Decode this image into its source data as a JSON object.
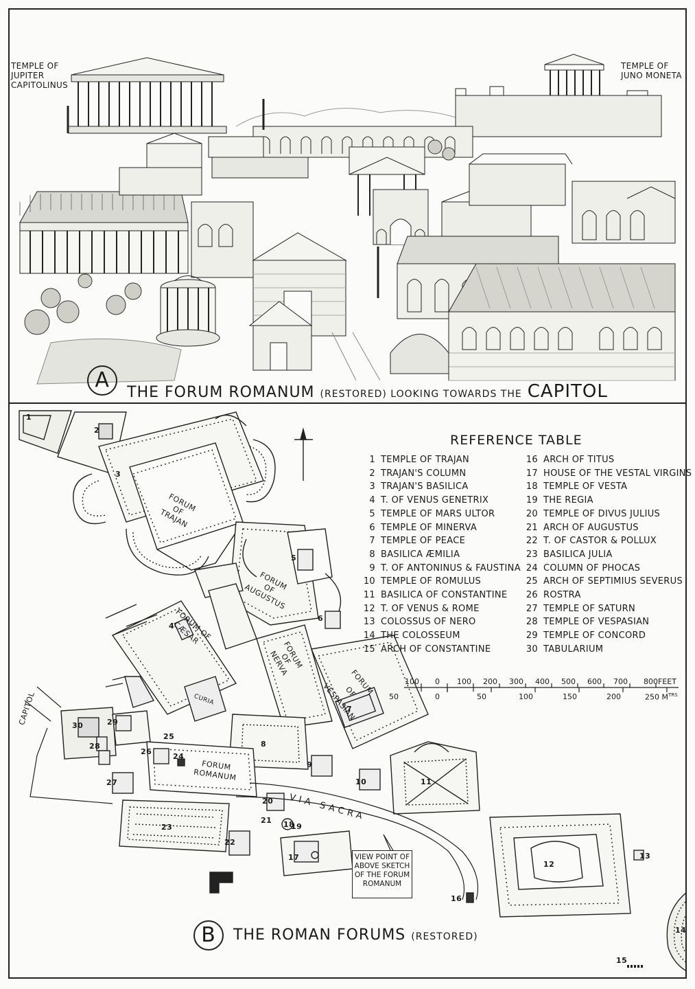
{
  "sketch": {
    "label_left": [
      "TEMPLE OF",
      "JUPITER",
      "CAPITOLINUS"
    ],
    "label_right": [
      "TEMPLE OF",
      "JUNO MONETA"
    ],
    "caption": {
      "letter": "A",
      "main": "THE FORUM ROMANUM",
      "note": "(RESTORED) LOOKING TOWARDS THE",
      "end": "CAPITOL"
    }
  },
  "plan": {
    "reference_title": "REFERENCE TABLE",
    "reference_left": [
      {
        "num": "1",
        "name": "TEMPLE OF TRAJAN"
      },
      {
        "num": "2",
        "name": "TRAJAN'S COLUMN"
      },
      {
        "num": "3",
        "name": "TRAJAN'S BASILICA"
      },
      {
        "num": "4",
        "name": "T. OF VENUS GENETRIX"
      },
      {
        "num": "5",
        "name": "TEMPLE OF MARS ULTOR"
      },
      {
        "num": "6",
        "name": "TEMPLE OF MINERVA"
      },
      {
        "num": "7",
        "name": "TEMPLE OF PEACE"
      },
      {
        "num": "8",
        "name": "BASILICA ÆMILIA"
      },
      {
        "num": "9",
        "name": "T. OF ANTONINUS & FAUSTINA"
      },
      {
        "num": "10",
        "name": "TEMPLE OF ROMULUS"
      },
      {
        "num": "11",
        "name": "BASILICA OF CONSTANTINE"
      },
      {
        "num": "12",
        "name": "T. OF VENUS & ROME"
      },
      {
        "num": "13",
        "name": "COLOSSUS OF NERO"
      },
      {
        "num": "14",
        "name": "THE COLOSSEUM"
      },
      {
        "num": "15",
        "name": "ARCH OF CONSTANTINE"
      }
    ],
    "reference_right": [
      {
        "num": "16",
        "name": "ARCH OF TITUS"
      },
      {
        "num": "17",
        "name": "HOUSE OF THE VESTAL VIRGINS"
      },
      {
        "num": "18",
        "name": "TEMPLE OF VESTA"
      },
      {
        "num": "19",
        "name": "THE REGIA"
      },
      {
        "num": "20",
        "name": "TEMPLE OF DIVUS JULIUS"
      },
      {
        "num": "21",
        "name": "ARCH OF AUGUSTUS"
      },
      {
        "num": "22",
        "name": "T. OF CASTOR & POLLUX"
      },
      {
        "num": "23",
        "name": "BASILICA JULIA"
      },
      {
        "num": "24",
        "name": "COLUMN OF PHOCAS"
      },
      {
        "num": "25",
        "name": "ARCH OF SEPTIMIUS SEVERUS"
      },
      {
        "num": "26",
        "name": "ROSTRA"
      },
      {
        "num": "27",
        "name": "TEMPLE OF SATURN"
      },
      {
        "num": "28",
        "name": "TEMPLE OF VESPASIAN"
      },
      {
        "num": "29",
        "name": "TEMPLE OF CONCORD"
      },
      {
        "num": "30",
        "name": "TABULARIUM"
      }
    ],
    "scale_feet": [
      "100",
      "0",
      "100",
      "200",
      "300",
      "400",
      "500",
      "600",
      "700",
      "800"
    ],
    "scale_feet_unit": "FEET",
    "scale_metres": [
      "50",
      "0",
      "50",
      "100",
      "150",
      "200",
      "250"
    ],
    "scale_metres_unit": "M",
    "scale_metres_sup": "TRS",
    "forum_labels": {
      "trajan": [
        "FORUM",
        "OF",
        "TRAJAN"
      ],
      "augustus": [
        "FORUM",
        "OF",
        "AUGUSTUS"
      ],
      "caesar": [
        "FORUM OF",
        "CÆSAR"
      ],
      "nerva": [
        "FORUM",
        "OF",
        "NERVA"
      ],
      "vespasian": [
        "FORUM",
        "OF",
        "VESPASIAN"
      ],
      "romanum": [
        "FORUM",
        "ROMANUM"
      ],
      "curia": "CURIA",
      "via_sacra": "VIA SACRA",
      "capitol": "CAPITOL"
    },
    "viewpoint": [
      "VIEW POINT OF",
      "ABOVE SKETCH",
      "OF THE FORUM",
      "ROMANUM"
    ],
    "caption": {
      "letter": "B",
      "main": "THE ROMAN FORUMS",
      "note": "(RESTORED)"
    }
  }
}
